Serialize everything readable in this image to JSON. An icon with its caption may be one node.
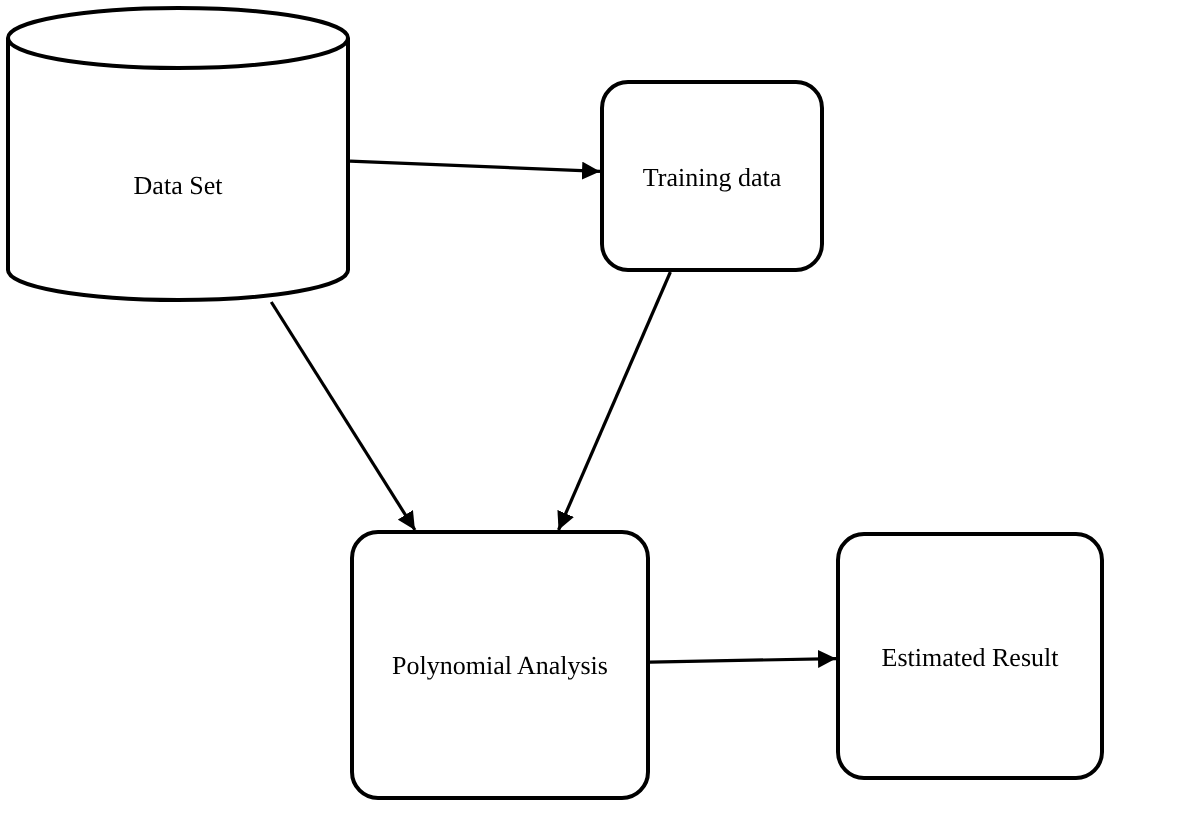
{
  "diagram": {
    "nodes": [
      {
        "text": [
          "Data Set"
        ]
      },
      {
        "text": [
          "Training data"
        ]
      },
      {
        "text": [
          "Polynomial Analysis"
        ]
      },
      {
        "text": [
          "Estimated Result"
        ]
      }
    ],
    "edges": [
      {
        "from": 0,
        "to": 1,
        "arrow": "to"
      },
      {
        "from": 0,
        "to": 2,
        "arrow": "to"
      },
      {
        "from": 1,
        "to": 2,
        "arrow": "to"
      },
      {
        "from": 2,
        "to": 3,
        "arrow": "to"
      }
    ]
  }
}
